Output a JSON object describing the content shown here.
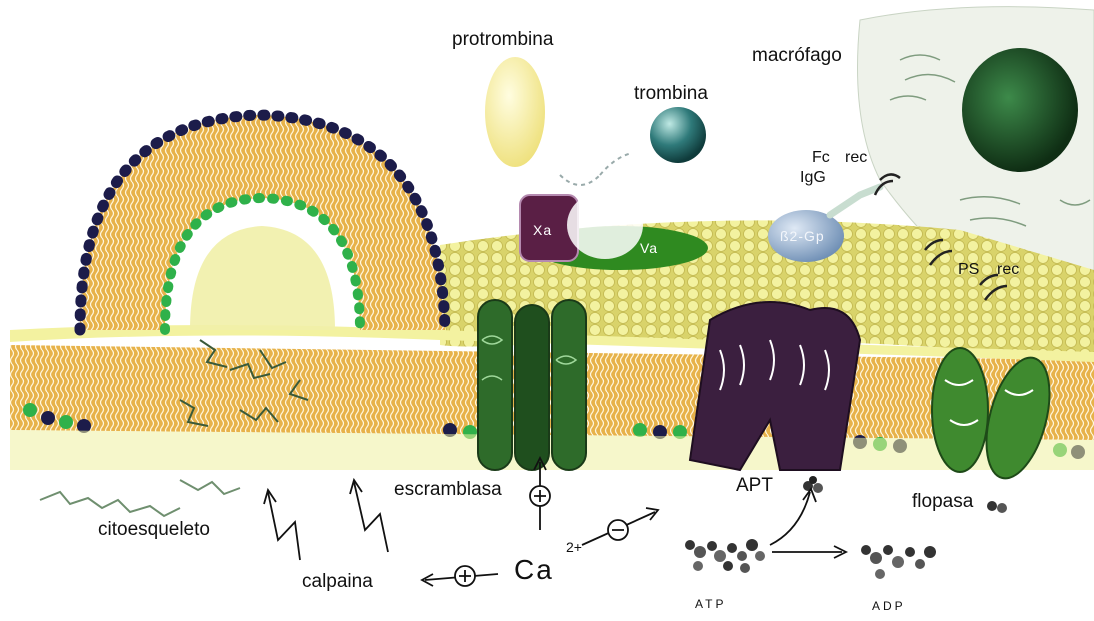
{
  "labels": {
    "protrombina": "protrombina",
    "trombina": "trombina",
    "macrofago": "macrófago",
    "fc": "Fc",
    "rec_fc": "rec",
    "igg": "IgG",
    "ps": "PS",
    "rec_ps": "rec",
    "xa": "Xa",
    "va": "Va",
    "b2gp": "ß2-Gp",
    "escramblasa": "escramblasa",
    "apt": "APT",
    "flopasa": "flopasa",
    "citoesqueleto": "citoesqueleto",
    "calpaina": "calpaina",
    "ca": "Ca",
    "ca_charge": "2+",
    "atp": "ATP",
    "adp": "ADP"
  },
  "colors": {
    "lipid_tail": "#e0a83c",
    "lipid_head_yellow": "#eef08a",
    "head_dark": "#1c1c4a",
    "head_green": "#2fb14a",
    "scramblase": "#2e6b2a",
    "apt": "#3b1f3f",
    "xa": "#6a2a4a",
    "b2gp": "#8fa8c8",
    "thrombin": "#2f7a7a",
    "prothrombin": "#f4ec9a"
  }
}
